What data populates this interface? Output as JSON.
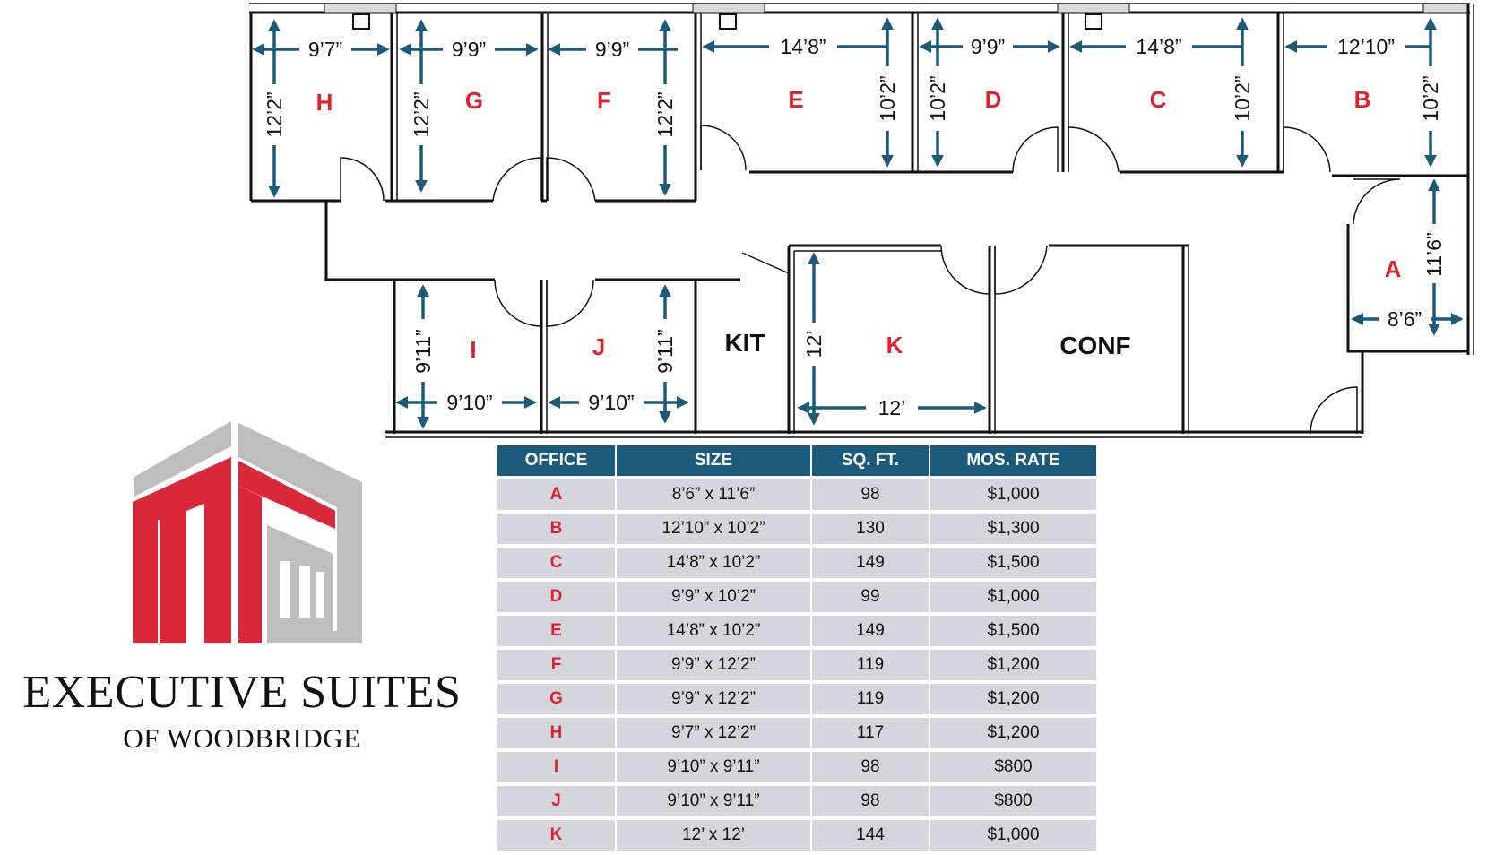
{
  "brand": {
    "name": "EXECUTIVE SUITES",
    "subtitle": "OF WOODBRIDGE",
    "logo_colors": {
      "red": "#d8283a",
      "gray": "#bdbdbd"
    }
  },
  "colors": {
    "accent_blue": "#1c5a7c",
    "room_red": "#e0202a",
    "row_gray": "#d3d7dd"
  },
  "floorplan": {
    "rooms": [
      {
        "letter": "H",
        "width": "9’7”",
        "depth": "12’2”"
      },
      {
        "letter": "G",
        "width": "9’9”",
        "depth": "12’2”"
      },
      {
        "letter": "F",
        "width": "9’9”",
        "depth": "12’2”"
      },
      {
        "letter": "E",
        "width": "14’8”",
        "depth": "10’2”"
      },
      {
        "letter": "D",
        "width": "9’9”",
        "depth": "10’2”"
      },
      {
        "letter": "C",
        "width": "14’8”",
        "depth": "10’2”"
      },
      {
        "letter": "B",
        "width": "12’10”",
        "depth": "10’2”"
      },
      {
        "letter": "A",
        "width": "8’6”",
        "depth": "11’6”"
      },
      {
        "letter": "I",
        "width": "9’10”",
        "depth": "9’11”"
      },
      {
        "letter": "J",
        "width": "9’10”",
        "depth": "9’11”"
      },
      {
        "letter": "K",
        "width": "12’",
        "depth": "12’"
      }
    ],
    "kitchen_label": "KIT",
    "conference_label": "CONF"
  },
  "table": {
    "headers": [
      "OFFICE",
      "SIZE",
      "SQ. FT.",
      "MOS. RATE"
    ],
    "rows": [
      {
        "office": "A",
        "size": "8’6” x 11’6”",
        "sqft": "98",
        "rate": "$1,000"
      },
      {
        "office": "B",
        "size": "12’10” x 10’2”",
        "sqft": "130",
        "rate": "$1,300"
      },
      {
        "office": "C",
        "size": "14’8” x 10’2”",
        "sqft": "149",
        "rate": "$1,500"
      },
      {
        "office": "D",
        "size": "9’9” x 10’2”",
        "sqft": "99",
        "rate": "$1,000"
      },
      {
        "office": "E",
        "size": "14’8” x 10’2”",
        "sqft": "149",
        "rate": "$1,500"
      },
      {
        "office": "F",
        "size": "9’9” x 12’2”",
        "sqft": "119",
        "rate": "$1,200"
      },
      {
        "office": "G",
        "size": "9’9” x 12’2”",
        "sqft": "119",
        "rate": "$1,200"
      },
      {
        "office": "H",
        "size": "9’7” x 12’2”",
        "sqft": "117",
        "rate": "$1,200"
      },
      {
        "office": "I",
        "size": "9’10” x 9’11”",
        "sqft": "98",
        "rate": "$800"
      },
      {
        "office": "J",
        "size": "9’10” x 9’11”",
        "sqft": "98",
        "rate": "$800"
      },
      {
        "office": "K",
        "size": "12’ x 12’",
        "sqft": "144",
        "rate": "$1,000"
      }
    ]
  }
}
